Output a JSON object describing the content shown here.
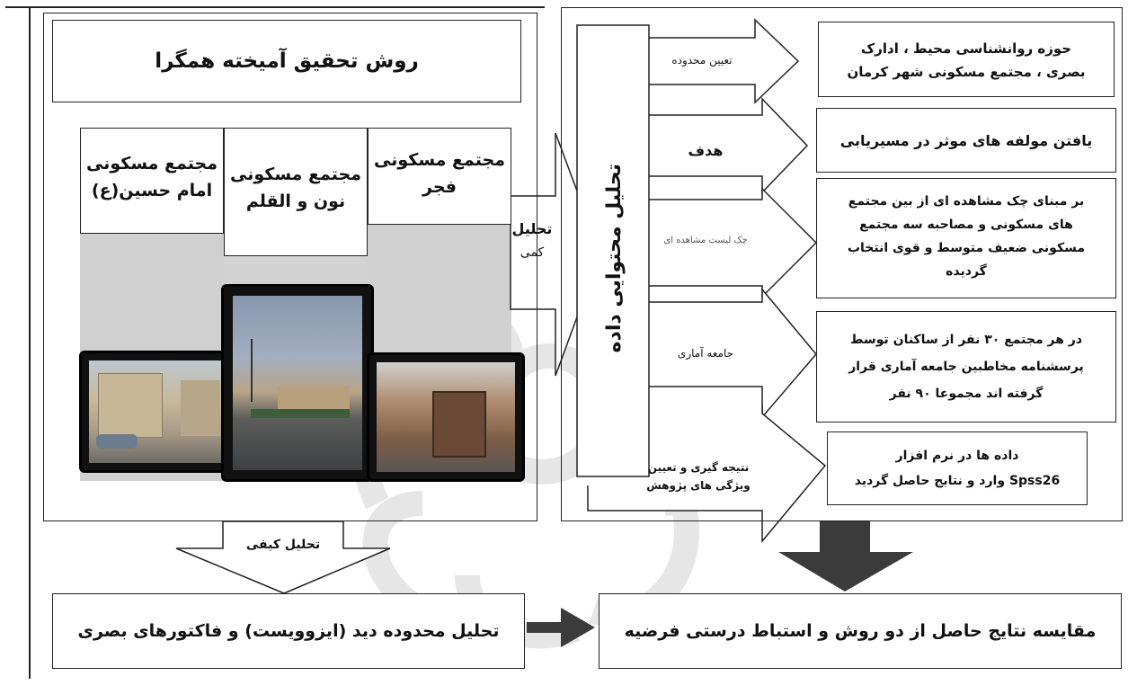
{
  "left_panel": {
    "title": "روش تحقیق آمیخته همگرا",
    "columns": [
      {
        "line1": "مجتمع مسکونی",
        "line2": "امام حسین(ع)"
      },
      {
        "line1": "مجتمع مسکونی",
        "line2": "نون و القلم"
      },
      {
        "line1": "مجتمع مسکونی",
        "line2": "فجر"
      }
    ],
    "quant_label_1": "تحلیل",
    "quant_label_2": "کمی",
    "qual_label": "تحلیل کیفی"
  },
  "right_panel": {
    "vertical_label": "تحلیل محتوایی داده",
    "arrow_labels": {
      "scope": "تعیین محدوده",
      "goal": "هدف",
      "checklist": "چک لیست مشاهده ای",
      "population": "جامعه آماری",
      "conclusion_1": "نتیجه گیری و تعیین",
      "conclusion_2": "ویژگی های پژوهش"
    },
    "boxes": {
      "scope": [
        "حوزه روانشناسی محیط ، ادارک",
        "بصری ، مجتمع مسکونی شهر کرمان"
      ],
      "goal": [
        "یافتن مولفه های موثر در مسیریابی"
      ],
      "checklist": [
        "بر مبنای چک مشاهده ای از بین مجتمع",
        "های مسکونی و مصاحبه سه مجتمع",
        "مسکونی ضعیف متوسط و قوی انتخاب",
        "گردیده"
      ],
      "population": [
        "در هر مجتمع ۳۰ نفر از ساکنان توسط",
        "پرسشنامه مخاطبین جامعه آماری قرار",
        "گرفته اند مجموعا ۹۰ نفر"
      ],
      "software": [
        "داده ها در نرم افزار",
        "Spss26 وارد و نتایج حاصل گردید"
      ]
    }
  },
  "bottom": {
    "left_box": "تحلیل محدوده دید (ایزوویست) و فاکتورهای بصری",
    "right_box": "مقایسه نتایج حاصل از دو روش و استباط درستی فرضیه"
  }
}
